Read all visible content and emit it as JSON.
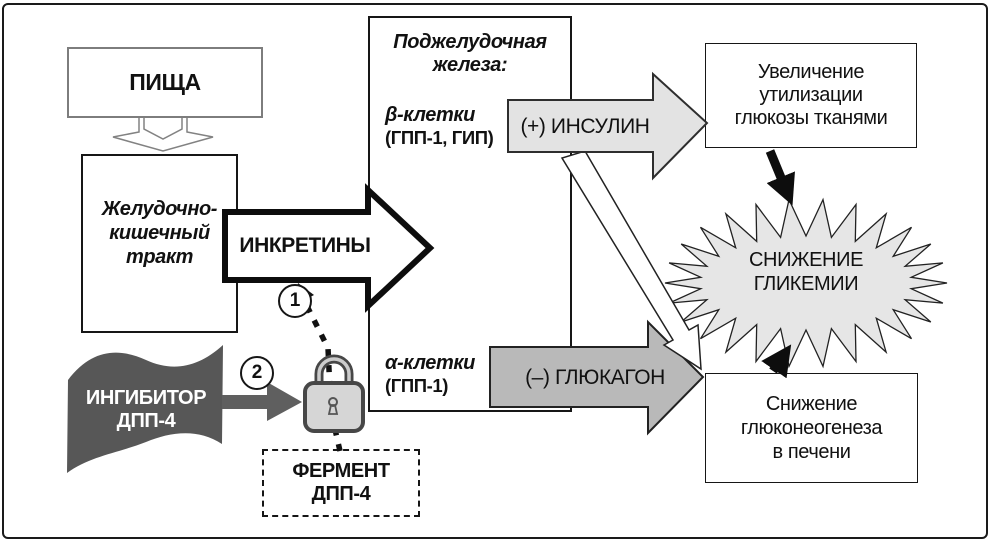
{
  "diagram": {
    "boxes": {
      "food": {
        "label": "ПИЩА"
      },
      "gi_tract": {
        "line1": "Желудочно-",
        "line2": "кишечный",
        "line3": "тракт"
      },
      "pancreas": {
        "title_line1": "Поджелудочная",
        "title_line2": "железа:",
        "beta_name": "β-клетки",
        "beta_hormones": "(ГПП-1, ГИП)",
        "alpha_name": "α-клетки",
        "alpha_hormones": "(ГПП-1)"
      },
      "glucose_utilization": {
        "line1": "Увеличение",
        "line2": "утилизации",
        "line3": "глюкозы тканями"
      },
      "gluconeogenesis": {
        "line1": "Снижение",
        "line2": "глюконеогенеза",
        "line3": "в печени"
      },
      "enzyme": {
        "line1": "ФЕРМЕНТ",
        "line2": "ДПП-4"
      }
    },
    "arrows": {
      "incretins_label": "ИНКРЕТИНЫ",
      "insulin_label": "(+) ИНСУЛИН",
      "glucagon_label": "(–) ГЛЮКАГОН"
    },
    "burst": {
      "line1": "СНИЖЕНИЕ",
      "line2": "ГЛИКЕМИИ"
    },
    "inhibitor": {
      "line1": "ИНГИБИТОР",
      "line2": "ДПП-4"
    },
    "steps": {
      "step1": "1",
      "step2": "2"
    },
    "icons": {
      "lock": "padlock-icon"
    },
    "colors": {
      "outline": "#1a1a1a",
      "incretins_fill": "#ffffff",
      "insulin_fill": "#e3e3e3",
      "glucagon_fill": "#b9b9b9",
      "burst_fill": "#e6e6e6",
      "inhibitor_fill": "#575757",
      "connector_gray": "#5f5f5f",
      "lock_body": "#d6d6d6"
    }
  }
}
